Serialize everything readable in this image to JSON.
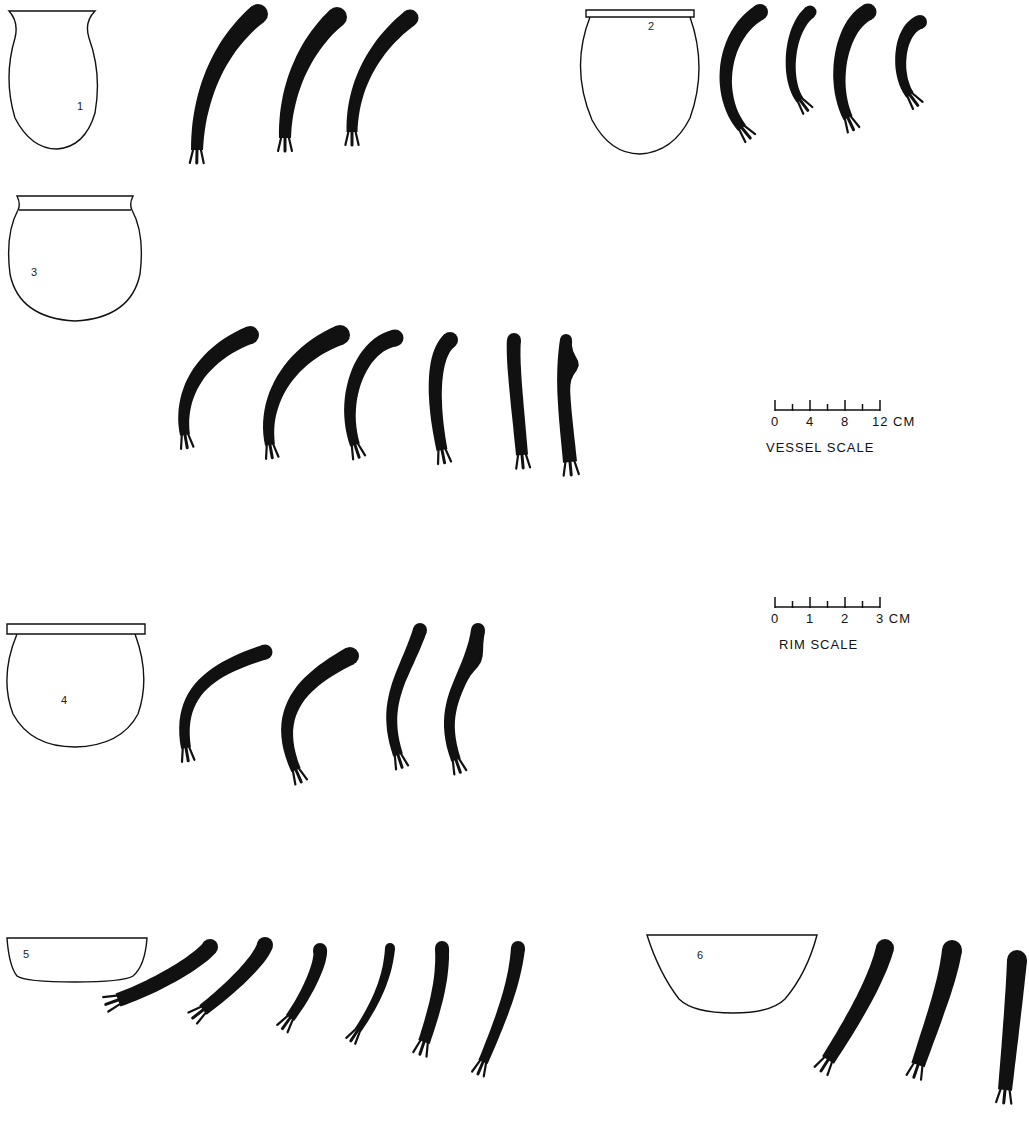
{
  "diagram": {
    "nodes": [
      {
        "text": [
          "1"
        ]
      },
      {
        "text": [
          "2"
        ]
      },
      {
        "text": [
          "3"
        ]
      },
      {
        "text": [
          "4"
        ]
      },
      {
        "text": [
          "5"
        ]
      },
      {
        "text": [
          "6"
        ]
      }
    ],
    "labels": [
      "0",
      "4",
      "8",
      "12 CM",
      "VESSEL SCALE",
      "0",
      "1",
      "2",
      "3 CM",
      "RIM SCALE"
    ]
  }
}
